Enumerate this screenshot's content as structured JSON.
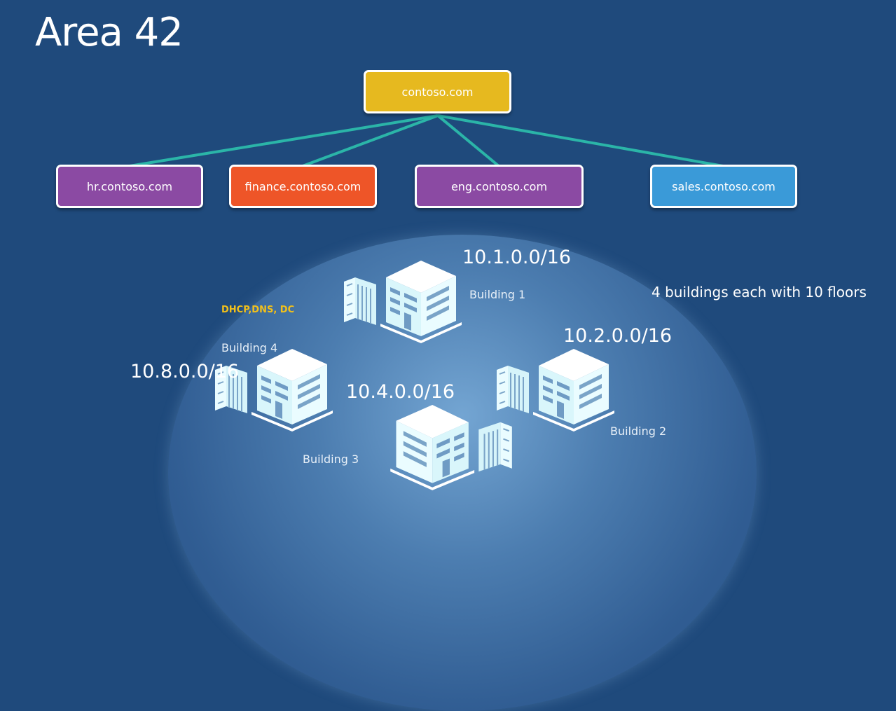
{
  "title": "Area 42",
  "root_domain": "contoso.com",
  "child_domains": [
    "hr.contoso.com",
    "finance.contoso.com",
    "eng.contoso.com",
    "sales.contoso.com"
  ],
  "colors": {
    "background": "#1f4a7c",
    "root": "#e6b91f",
    "hr": "#8b4aa3",
    "finance": "#ee5528",
    "eng": "#8b4aa3",
    "sales": "#3a9ad8",
    "connector": "#2bb5a8",
    "services_text": "#f2c01a"
  },
  "buildings": [
    {
      "label": "Building 1",
      "subnet": "10.1.0.0/16"
    },
    {
      "label": "Building 2",
      "subnet": "10.2.0.0/16"
    },
    {
      "label": "Building 3",
      "subnet": "10.4.0.0/16"
    },
    {
      "label": "Building 4",
      "subnet": "10.8.0.0/16"
    }
  ],
  "services": "DHCP,DNS, DC",
  "note": "4 buildings each with 10 floors"
}
